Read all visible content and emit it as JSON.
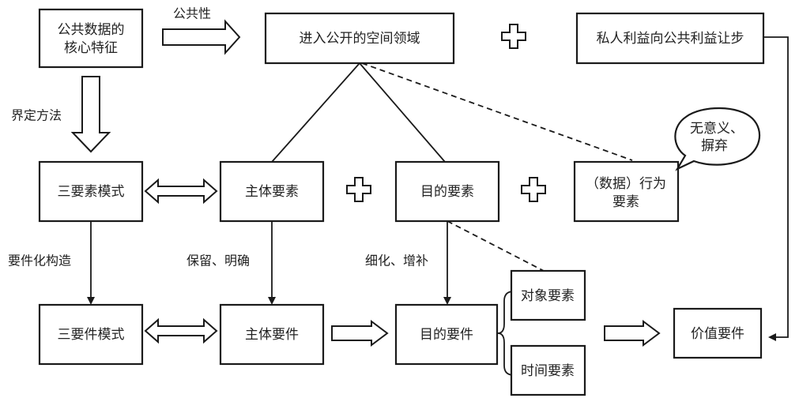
{
  "diagram": {
    "nodes": {
      "core_features": {
        "lines": [
          "公共数据的",
          "核心特征"
        ]
      },
      "public_space": {
        "label": "进入公开的空间领域"
      },
      "private_yield": {
        "label": "私人利益向公共利益让步"
      },
      "three_element_model": {
        "label": "三要素模式"
      },
      "subject_element": {
        "label": "主体要素"
      },
      "purpose_element": {
        "label": "目的要素"
      },
      "behavior_element": {
        "lines": [
          "（数据）行为",
          "要素"
        ]
      },
      "three_requirement_model": {
        "label": "三要件模式"
      },
      "subject_requirement": {
        "label": "主体要件"
      },
      "purpose_requirement": {
        "label": "目的要件"
      },
      "object_element": {
        "label": "对象要素"
      },
      "time_element": {
        "label": "时间要素"
      },
      "value_requirement": {
        "label": "价值要件"
      }
    },
    "speech_bubble": {
      "lines": [
        "无意义、",
        "摒弃"
      ]
    },
    "edge_labels": {
      "publicness": "公共性",
      "definition_method": "界定方法",
      "requirement_construction": "要件化构造",
      "retain_clarify": "保留、明确",
      "refine_supplement": "细化、增补"
    }
  }
}
